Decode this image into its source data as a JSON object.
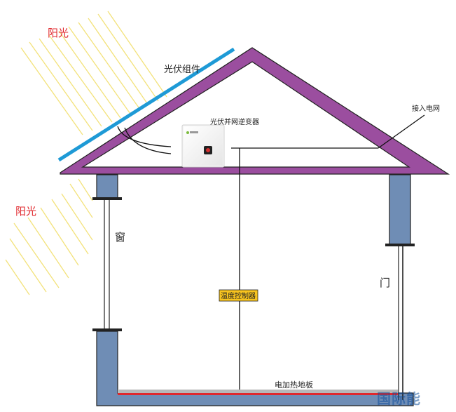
{
  "labels": {
    "sunlight_top": "阳光",
    "sunlight_left": "阳光",
    "pv_module": "光伏组件",
    "inverter": "光伏并网逆变器",
    "grid": "接入电网",
    "window": "窗",
    "door": "门",
    "temp_controller": "温度控制器",
    "heating_floor": "电加热地板"
  },
  "watermark": "国际能",
  "colors": {
    "roof": "#9b4e9f",
    "pillar": "#6f8db5",
    "pv_panel": "#1e9ad6",
    "sun_rays": "#f3e27a",
    "sun_label": "#e0282d",
    "controller_bg": "#f8c41f",
    "heating_red": "#e0282d",
    "heating_gray": "#b8b8b8"
  }
}
